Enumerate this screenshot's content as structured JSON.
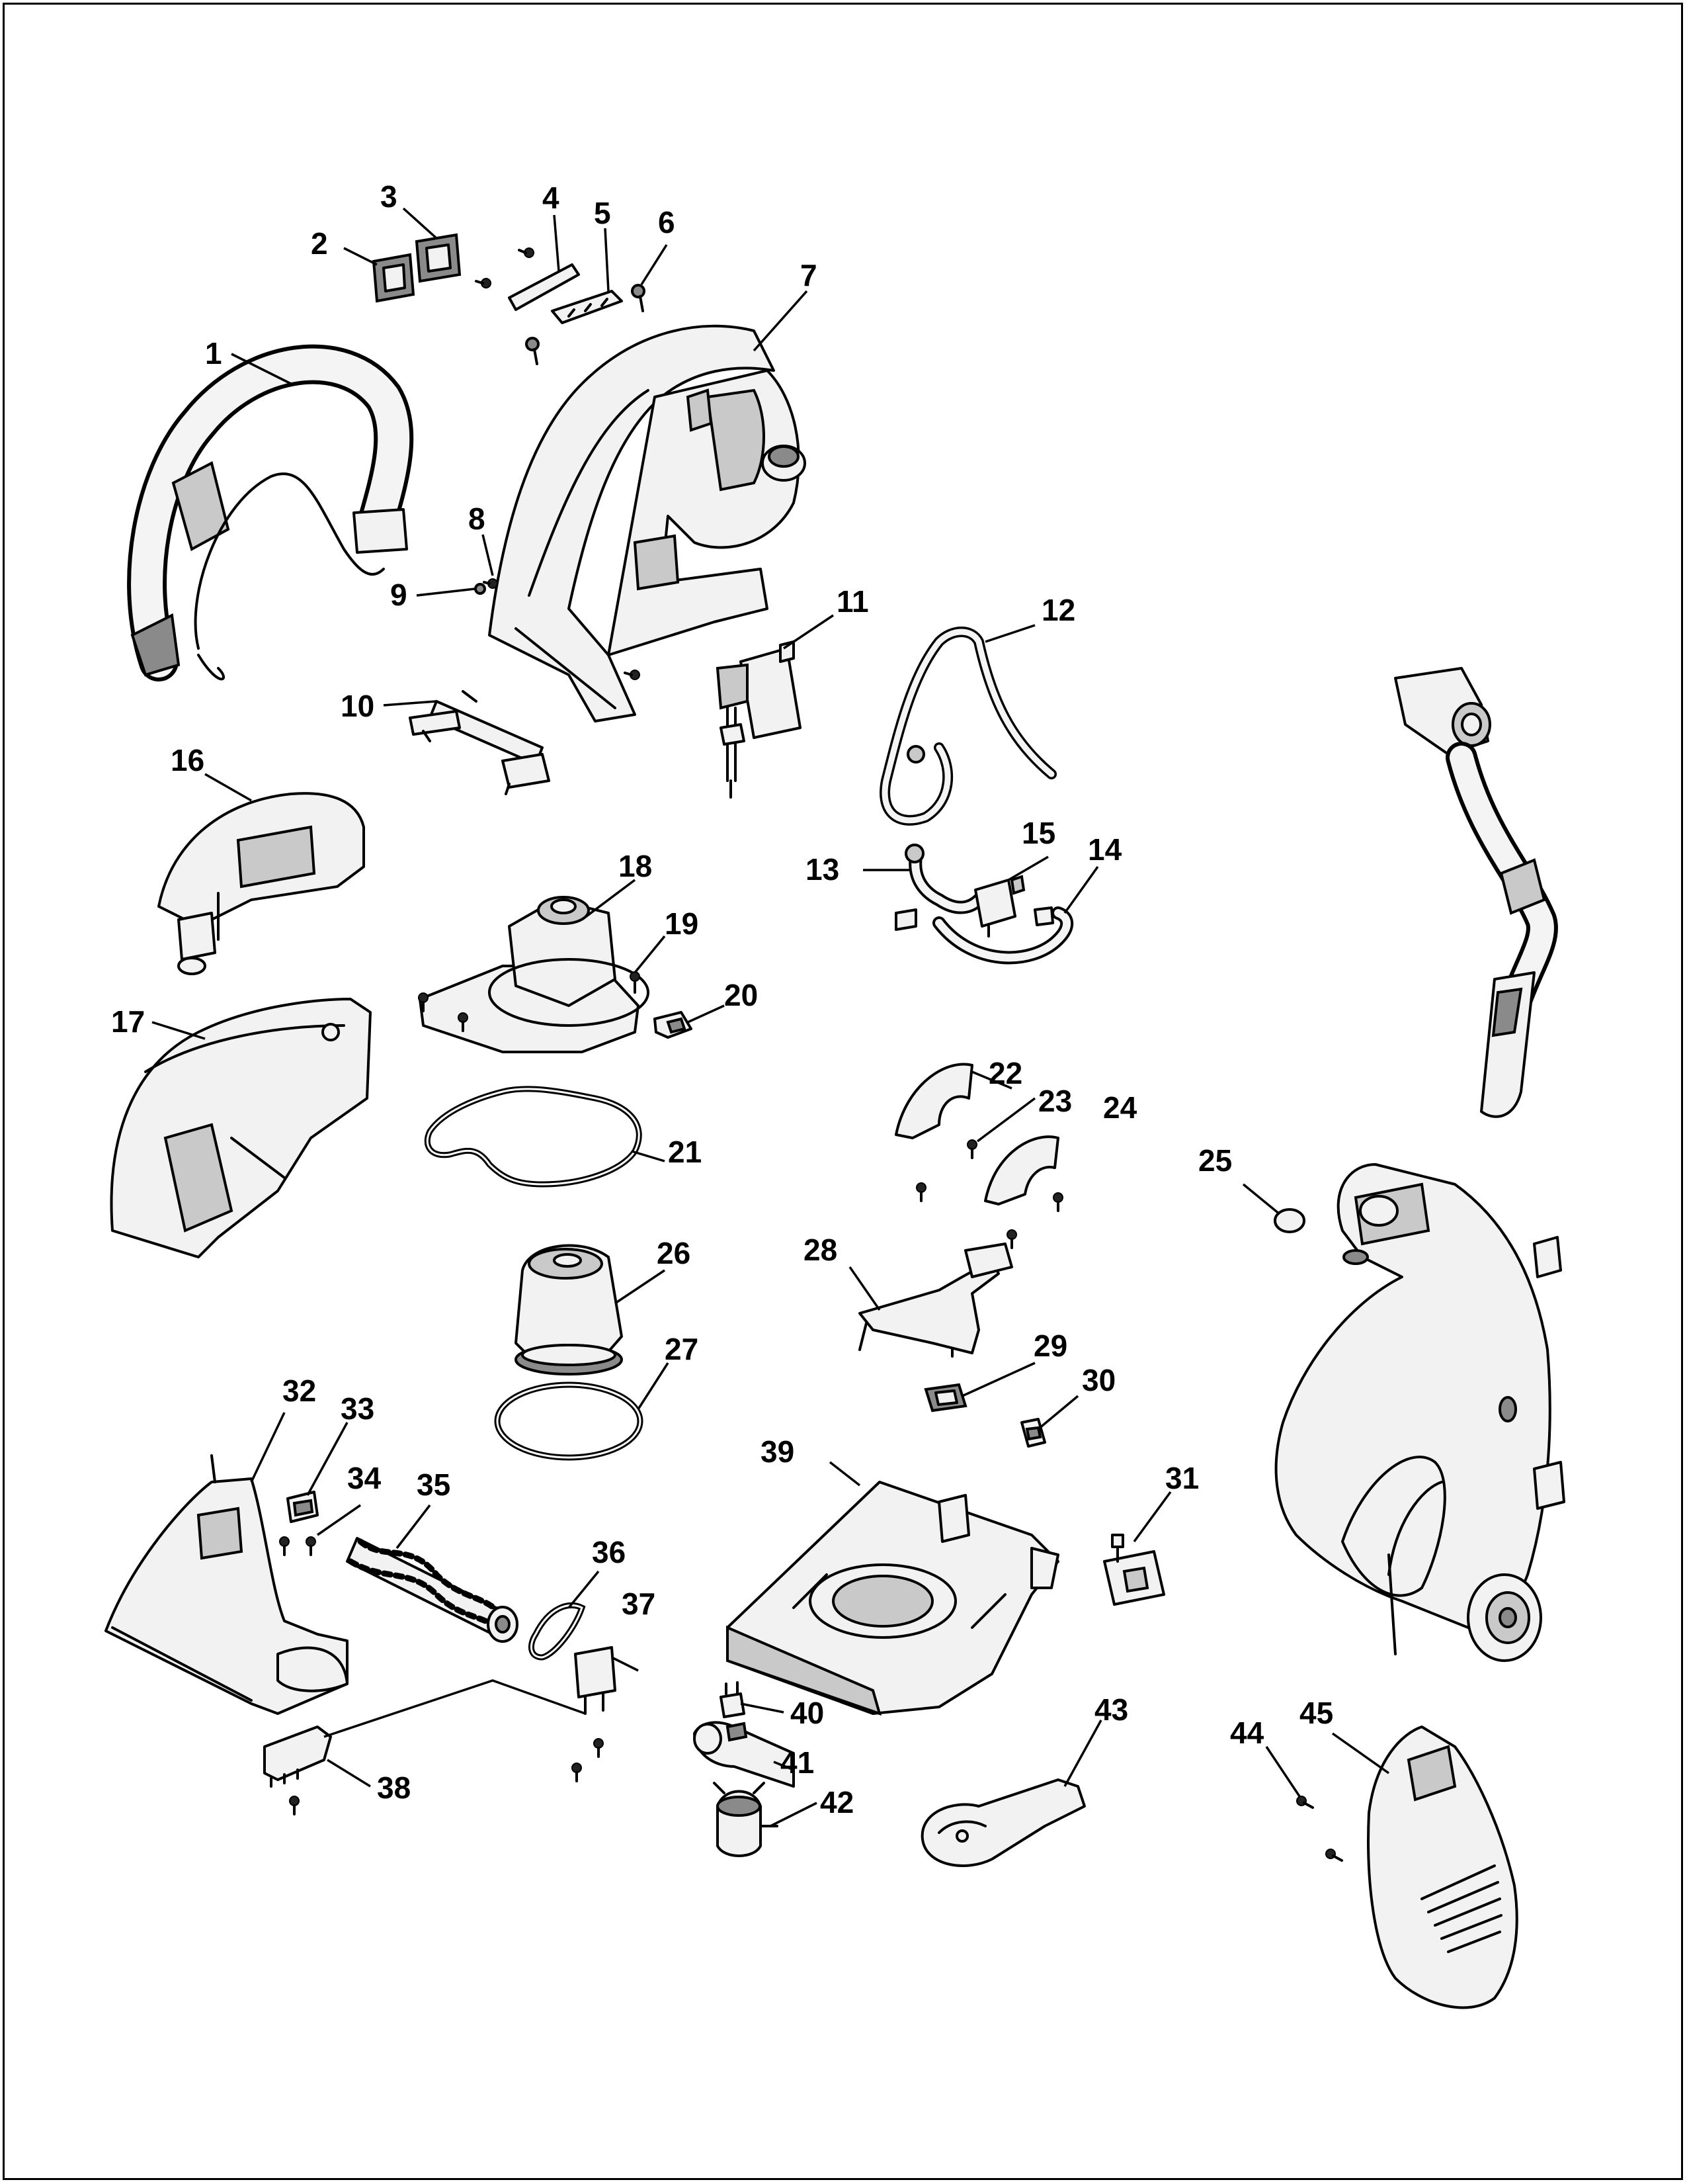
{
  "callouts": [
    "1",
    "2",
    "3",
    "4",
    "5",
    "6",
    "7",
    "8",
    "9",
    "10",
    "11",
    "12",
    "13",
    "14",
    "15",
    "16",
    "17",
    "18",
    "19",
    "20",
    "21",
    "22",
    "23",
    "24",
    "25",
    "26",
    "27",
    "28",
    "29",
    "30",
    "31",
    "32",
    "33",
    "34",
    "35",
    "36",
    "37",
    "38",
    "39",
    "40",
    "41",
    "42",
    "43",
    "44",
    "45"
  ],
  "icons": {
    "part_style": "exploded-view line art",
    "screw": "screw-icon"
  },
  "colors": {
    "line": "#000000",
    "part_fill": "#f2f2f2",
    "part_shadow": "#8a8a8a"
  }
}
